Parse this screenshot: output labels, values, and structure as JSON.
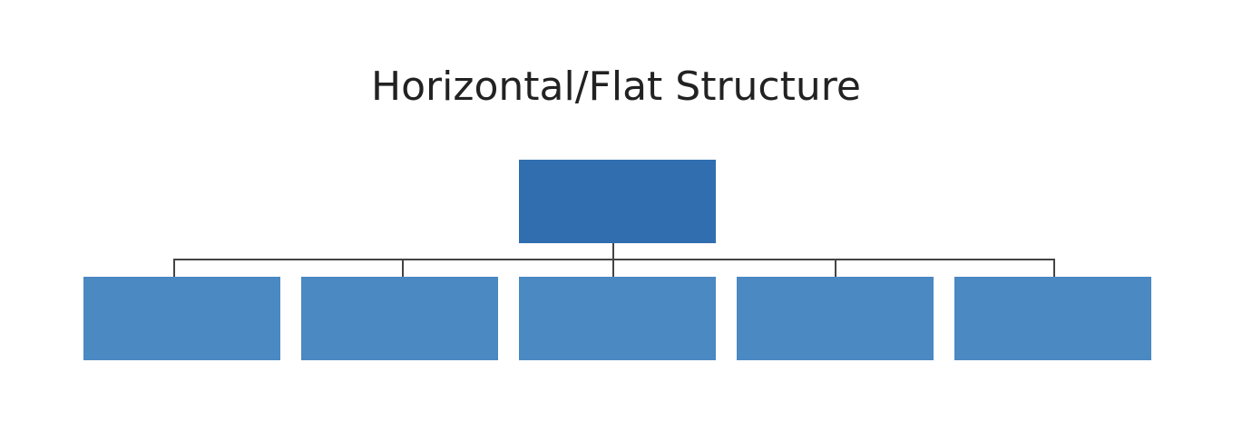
{
  "title": "Horizontal/Flat Structure",
  "colors": {
    "top_box": "#306eb0",
    "bottom_box": "#4a89c2",
    "connector": "#444444"
  },
  "nodes": {
    "top_count": 1,
    "bottom_count": 5
  }
}
